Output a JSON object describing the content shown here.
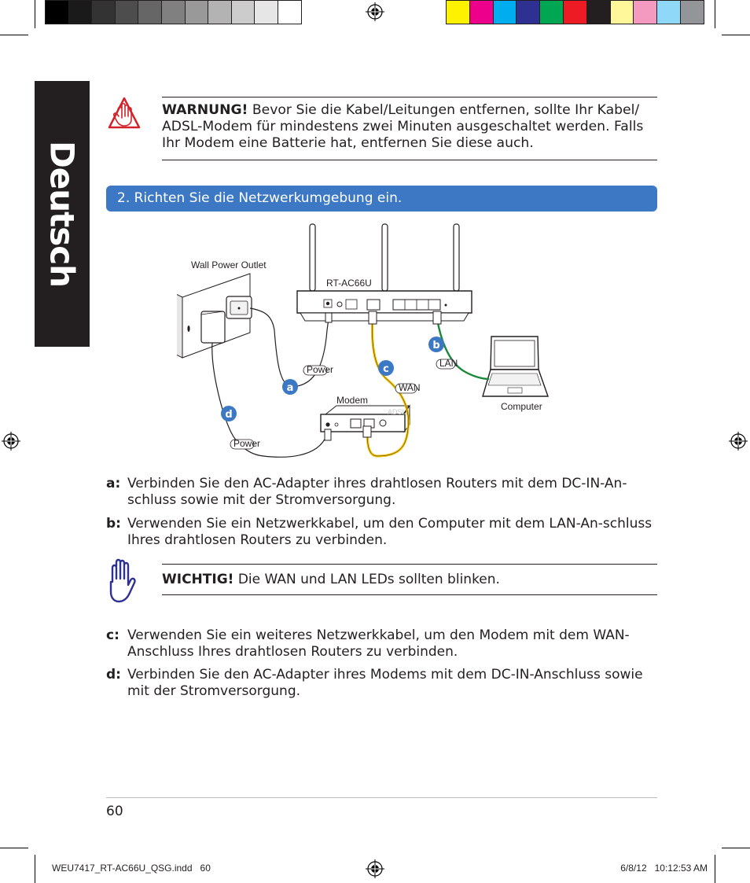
{
  "side_tab": {
    "label": "Deutsch"
  },
  "warning": {
    "label": "WARNUNG!",
    "text": " Bevor Sie die Kabel/Leitungen entfernen, sollte Ihr Kabel/ ADSL-Modem für mindestens zwei Minuten ausgeschaltet werden. Falls Ihr Modem eine Batterie hat, entfernen Sie diese auch."
  },
  "step": {
    "label": "2.  Richten Sie die Netzwerkumgebung ein."
  },
  "diagram": {
    "wall_outlet": "Wall Power Outlet",
    "router": "RT-AC66U",
    "modem": "Modem",
    "modem_brand": "ADSL",
    "computer": "Computer",
    "power_label_1": "Power",
    "power_label_2": "Power",
    "wan_label": "WAN",
    "lan_label": "LAN",
    "marker_a": "a",
    "marker_b": "b",
    "marker_c": "c",
    "marker_d": "d"
  },
  "instructions_1": [
    {
      "label": "a:",
      "text": "Verbinden Sie den AC-Adapter ihres drahtlosen Routers mit dem DC-IN-An-schluss sowie mit der Stromversorgung."
    },
    {
      "label": "b:",
      "text": "Verwenden Sie ein Netzwerkkabel, um den Computer mit dem LAN-An-schluss Ihres drahtlosen Routers zu verbinden."
    }
  ],
  "important": {
    "label": "WICHTIG!",
    "text": "  Die WAN und LAN LEDs sollten blinken."
  },
  "instructions_2": [
    {
      "label": "c:",
      "text": "Verwenden Sie ein weiteres Netzwerkkabel, um den Modem mit dem WAN-Anschluss Ihres drahtlosen Routers zu verbinden."
    },
    {
      "label": "d:",
      "text": "Verbinden Sie den AC-Adapter ihres Modems mit dem DC-IN-Anschluss sowie mit der Stromversorgung."
    }
  ],
  "page_number": "60",
  "footer": {
    "file": "WEU7417_RT-AC66U_QSG.indd   60",
    "date": "6/8/12   10:12:53 AM"
  },
  "colors": {
    "accent_blue": "#3d78c4",
    "warning_red": "#d2232a",
    "hand_navy": "#2e3192",
    "wan_cable": "#f2c200",
    "lan_cable": "#1a8a3a",
    "gray_ramp": [
      "#000000",
      "#1a1a1a",
      "#333333",
      "#4d4d4d",
      "#666666",
      "#808080",
      "#999999",
      "#b3b3b3",
      "#cccccc",
      "#e6e6e6",
      "#ffffff"
    ],
    "color_ramp": [
      "#fff200",
      "#ec008c",
      "#00aeef",
      "#2e3192",
      "#00a651",
      "#ed1c24",
      "#231f20",
      "#fff799",
      "#f49ac1",
      "#8fd8f8",
      "#939598"
    ]
  }
}
